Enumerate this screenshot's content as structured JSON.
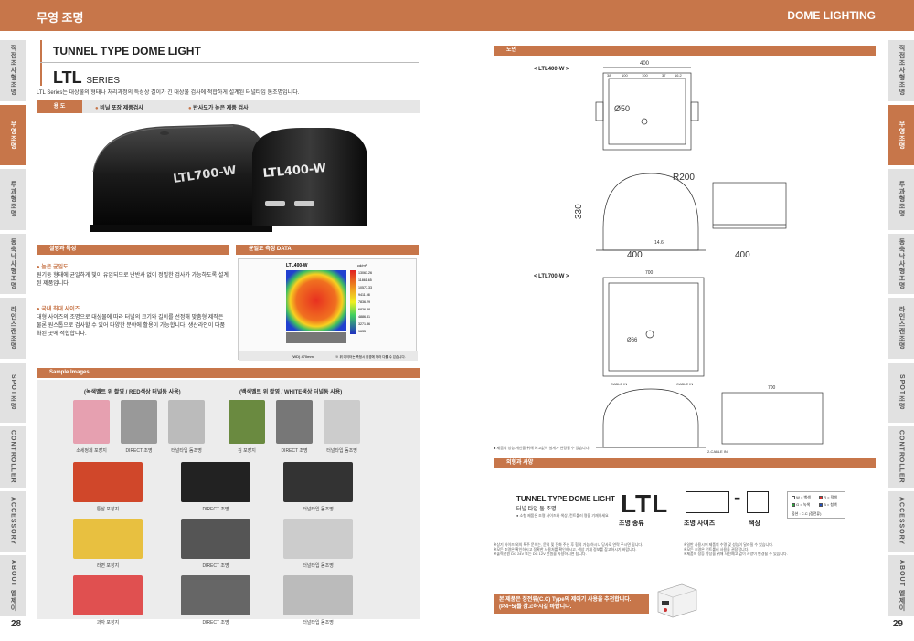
{
  "header": {
    "left_title": "무영 조명",
    "right_title": "DOME LIGHTING"
  },
  "page_numbers": {
    "left": "28",
    "right": "29"
  },
  "side_tabs": {
    "left": [
      {
        "label": "직접조사형조명",
        "active": false
      },
      {
        "label": "무영조명",
        "active": true
      },
      {
        "label": "투과형조명",
        "active": false
      },
      {
        "label": "동축낙사형조명",
        "active": false
      },
      {
        "label": "라인스캔조명",
        "active": false
      },
      {
        "label": "SPOT조명",
        "active": false
      },
      {
        "label": "CONTROLLER",
        "active": false
      },
      {
        "label": "ACCESSORY",
        "active": false
      },
      {
        "label": "ABOUT 엘제이",
        "active": false
      }
    ],
    "right": [
      {
        "label": "직접조사형조명",
        "active": false
      },
      {
        "label": "무영조명",
        "active": true
      },
      {
        "label": "투과형조명",
        "active": false
      },
      {
        "label": "동축낙사형조명",
        "active": false
      },
      {
        "label": "라인스캔조명",
        "active": false
      },
      {
        "label": "SPOT조명",
        "active": false
      },
      {
        "label": "CONTROLLER",
        "active": false
      },
      {
        "label": "ACCESSORY",
        "active": false
      },
      {
        "label": "ABOUT 엘제이",
        "active": false
      }
    ]
  },
  "product": {
    "title": "TUNNEL TYPE DOME LIGHT",
    "series_main": "LTL",
    "series_sub": "SERIES",
    "intro": "LTL Series는 대상물의 형태나 처리과정의 특성상 길이가 긴 대상물 검사에 적합하게 설계된 터널타입 돔조명입니다.",
    "usage_tag": "용 도",
    "usage_items": [
      "비닐 포장 제품검사",
      "반사도가 높은 제품 검사"
    ],
    "model_labels": [
      "LTL700-W",
      "LTL400-W"
    ]
  },
  "features": {
    "section_title": "설명과 특성",
    "items": [
      {
        "heading": "높은 균일도",
        "text": "원기둥 형태에 균일하게 빛이 유입되므로 난반사 없이 정밀한 검사가 가능하도록 설계된 제품입니다."
      },
      {
        "heading": "국내 최대 사이즈",
        "text": "대형 사이즈의 조명으로 대상물에 따라 터널의 크기와 길이를 선정해 맞춤형 제작은 물론 원스톱으로 검사할 수 있어 다양한 분야에 활용이 가능합니다. 생산라인이 다품화된 곳에 적합합니다."
      }
    ]
  },
  "uniformity": {
    "section_title": "균일도 측정 DATA",
    "model": "LTL400-W",
    "legend_unit": "cd/m²",
    "legend_values": [
      "13063.26",
      "11861.65",
      "10577.33",
      "9411.98",
      "7836.29",
      "6836.88",
      "4886.31",
      "3271.86",
      "1635"
    ],
    "footer_left": "(WD) 470mm",
    "footer_right": "※ 위 데이터는 측정시 환경에 따라 다를 수 있습니다."
  },
  "samples": {
    "section_title": "Sample Images",
    "group_left": "(녹색벨트 위 촬영 / RED색상 터널돔 사용)",
    "group_right": "(백색벨트 위 촬영 / WHITE색상 터널돔 사용)",
    "row1_left_caps": [
      "소세정제 포장지",
      "DIRECT 조명",
      "터널타입 돔조명"
    ],
    "row1_right_caps": [
      "김 포장지",
      "DIRECT 조명",
      "터널타입 돔조명"
    ],
    "rows": [
      {
        "caps": [
          "통삼 포장지",
          "DIRECT 조명",
          "터널타입 돔조명"
        ]
      },
      {
        "caps": [
          "라면 포장지",
          "DIRECT 조명",
          "터널타입 돔조명"
        ]
      },
      {
        "caps": [
          "과자 포장지",
          "DIRECT 조명",
          "터널타입 돔조명"
        ]
      }
    ]
  },
  "drawing": {
    "section_title": "도면",
    "model1": "< LTL400-W >",
    "model2": "< LTL700-W >",
    "dims1": {
      "width": "400",
      "height": "330",
      "radius": "R200",
      "hole": "Ø50",
      "side_width": "400",
      "small": "14.6"
    },
    "top_dims1": [
      "38",
      "100",
      "100",
      "37",
      "16.2"
    ],
    "dims2": {
      "width": "700",
      "hole": "Ø66",
      "side": "700"
    },
    "cable_labels": [
      "CABLE IN",
      "CABLE IN",
      "2-CABLE IN"
    ],
    "note": "■ 제품의 성능 개선을 위해 예고없이 설계가 변경될 수 있습니다."
  },
  "ordering": {
    "section_title": "외형과 사양",
    "title": "TUNNEL TYPE DOME LIGHT",
    "subtitle": "터널 타입 돔 조명",
    "small_note": "● 소형 제품은 조명 사이즈와 색상, 컨트롤러 명을 기재하세요",
    "code": "LTL",
    "dash": "-",
    "labels": [
      "조명 종류",
      "조명 사이즈",
      "색상"
    ],
    "colors": [
      {
        "code": "W",
        "name": "백색",
        "hex": "#ffffff"
      },
      {
        "code": "R",
        "name": "적색",
        "hex": "#e03030"
      },
      {
        "code": "G",
        "name": "녹색",
        "hex": "#30a040"
      },
      {
        "code": "B",
        "name": "청색",
        "hex": "#2050c0"
      }
    ],
    "color_note": "옵션 : C.C (정전류)",
    "footnotes_left": "※상기 사이즈 외의 특주 문의는, 문의 및 전화 주신 후 협의 가능 하시니 당사로 연락 주시면 됩니다.\n※모든 조명은 확인하시고 정확한 사용처를 확인하시고, 색상 기재 정보를 참고하시기 바랍니다.\n※출력전원 DC 24V 또는 DC 12V 전원을 사용하시면 됩니다.",
    "footnotes_right": "※일반 사용시에 제품의 수명 및 성능이 달라질 수 있습니다.\n※모든 조명은 컨트롤러 사용을 권장합니다.\n※제품의 성능 향상을 위해 사전예고 없이 사양이 변경될 수 있습니다."
  },
  "recommend": {
    "text": "본 제품은 정전류(C.C) Type의 제어기 사용을 추천합니다. (P.4~5)를 참고하시길 바랍니다."
  },
  "colors": {
    "accent": "#c7764a",
    "tab_gray": "#e1e1e1"
  }
}
